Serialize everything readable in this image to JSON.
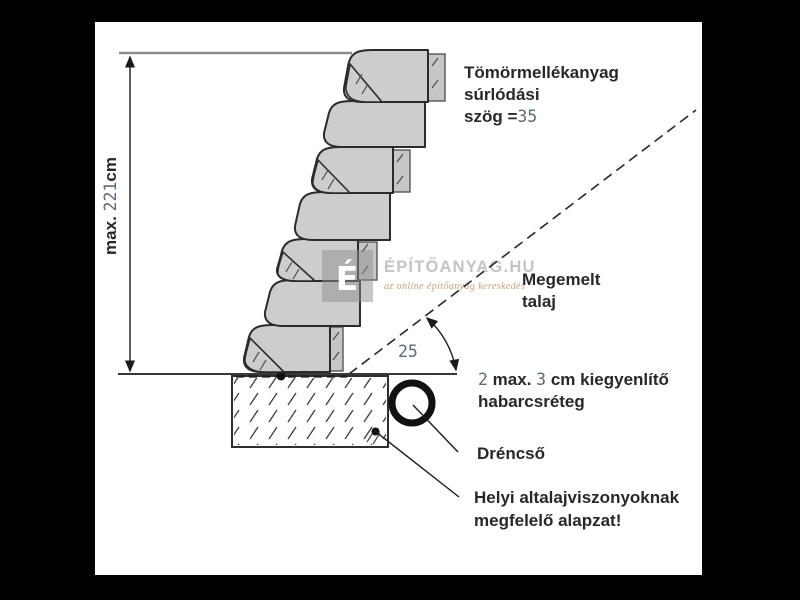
{
  "page": {
    "background": "#000000",
    "canvas_background": "#ffffff"
  },
  "colors": {
    "text_dark": "#26282d",
    "number_gray": "#5c6b78",
    "block_fill": "#cdcdcd",
    "watermark_gray": "#c4c4c4",
    "watermark_subtitle": "#c9a178"
  },
  "watermark": {
    "logo_letter": "É",
    "title": "ÉPÍTŐANYAG.HU",
    "subtitle": "az online építőanyag kereskedés"
  },
  "labels": {
    "height_dim": {
      "prefix": "max.",
      "value": "221",
      "suffix": "cm"
    },
    "friction": {
      "line1": "Tömörmellékanyag",
      "line2": "súrlódási",
      "line3_prefix": "szög =",
      "line3_value": "35"
    },
    "raised_soil": {
      "line1": "Megemelt",
      "line2": "talaj"
    },
    "slope_angle": {
      "value": "25"
    },
    "mortar": {
      "num1": "2",
      "word1": "max.",
      "num2": "3",
      "rest": "cm kiegyenlítő",
      "line2": "habarcsréteg"
    },
    "drain": {
      "text": "Dréncső"
    },
    "foundation": {
      "line1": "Helyi altalajviszonyoknak",
      "line2": "megfelelő alapzat!"
    }
  }
}
